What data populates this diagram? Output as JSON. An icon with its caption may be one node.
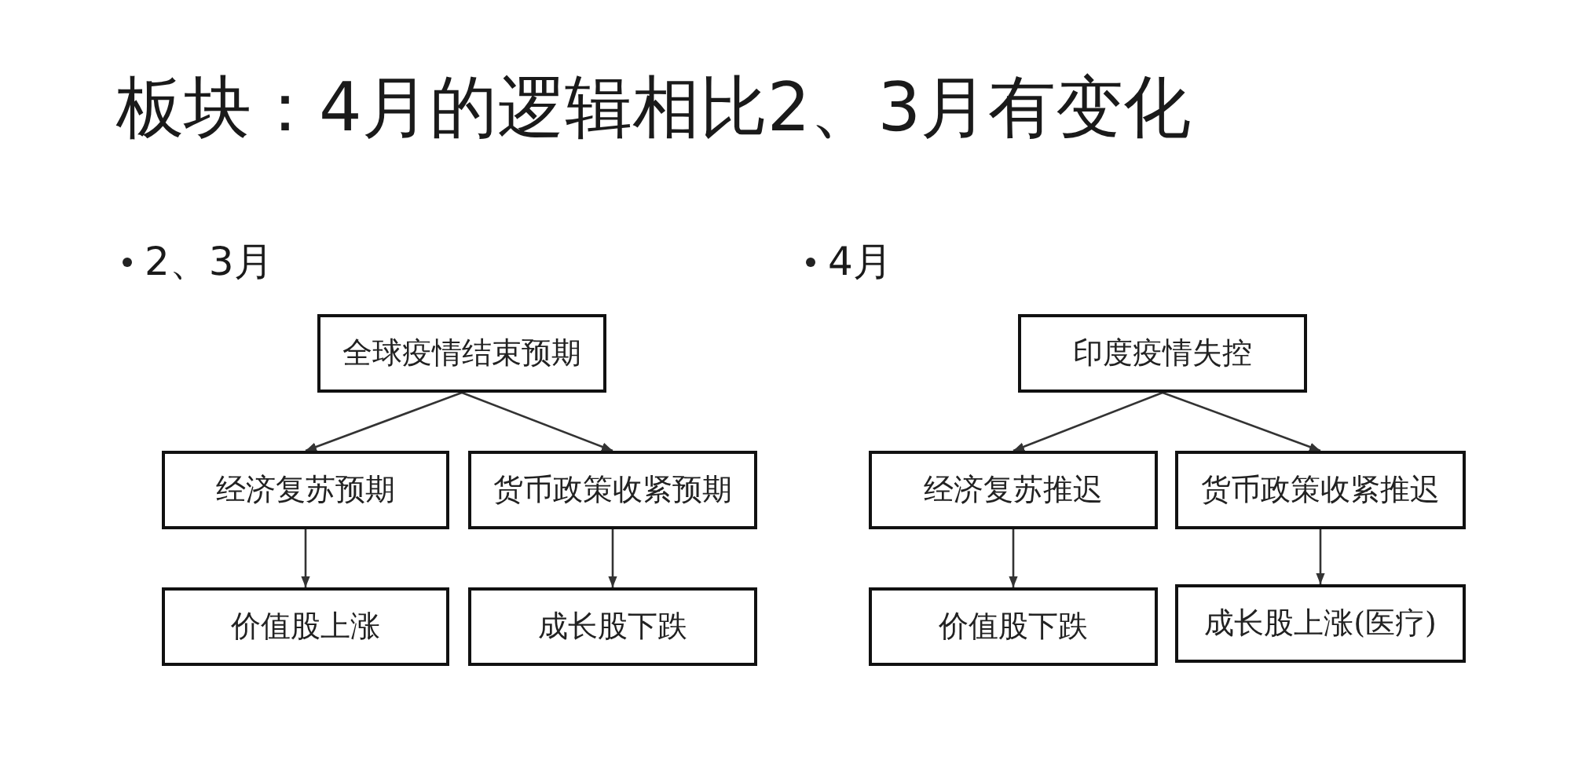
{
  "diagram": {
    "title": "板块：4月的逻辑相比2、3月有变化",
    "nodes": [
      {
        "text": [
          "全球疫情结束预期"
        ]
      },
      {
        "text": [
          "经济复苏预期"
        ]
      },
      {
        "text": [
          "货币政策收紧预期"
        ]
      },
      {
        "text": [
          "价值股上涨"
        ]
      },
      {
        "text": [
          "成长股下跌"
        ]
      },
      {
        "text": [
          "印度疫情失控"
        ]
      },
      {
        "text": [
          "经济复苏推迟"
        ]
      },
      {
        "text": [
          "货币政策收紧推迟"
        ]
      },
      {
        "text": [
          "价值股下跌"
        ]
      },
      {
        "text": [
          "成长股上涨(医疗)"
        ]
      }
    ],
    "edges": [
      {
        "from": 0,
        "to": 1,
        "arrow": "to"
      },
      {
        "from": 0,
        "to": 2,
        "arrow": "to"
      },
      {
        "from": 1,
        "to": 3,
        "arrow": "to"
      },
      {
        "from": 2,
        "to": 4,
        "arrow": "to"
      },
      {
        "from": 5,
        "to": 6,
        "arrow": "to"
      },
      {
        "from": 5,
        "to": 7,
        "arrow": "to"
      },
      {
        "from": 6,
        "to": 8,
        "arrow": "to"
      },
      {
        "from": 7,
        "to": 9,
        "arrow": "to"
      }
    ],
    "labels": [
      "2、3月",
      "4月"
    ]
  }
}
